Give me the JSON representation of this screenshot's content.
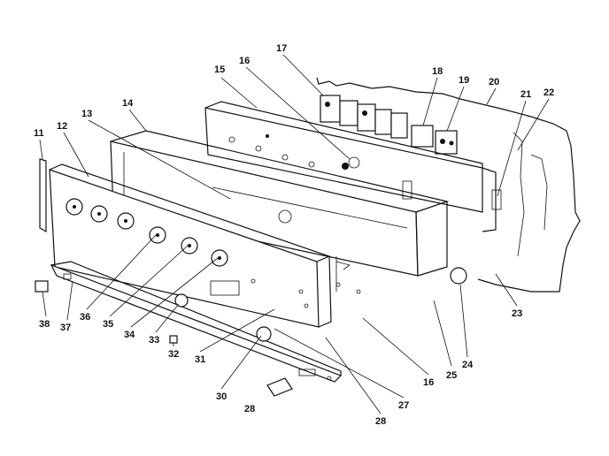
{
  "diagram": {
    "callouts": [
      {
        "id": "c11",
        "label": "11"
      },
      {
        "id": "c12",
        "label": "12"
      },
      {
        "id": "c13",
        "label": "13"
      },
      {
        "id": "c14",
        "label": "14"
      },
      {
        "id": "c15",
        "label": "15"
      },
      {
        "id": "c16a",
        "label": "16"
      },
      {
        "id": "c17",
        "label": "17"
      },
      {
        "id": "c18a",
        "label": "18"
      },
      {
        "id": "c19",
        "label": "19"
      },
      {
        "id": "c20",
        "label": "20"
      },
      {
        "id": "c21",
        "label": "21"
      },
      {
        "id": "c22",
        "label": "22"
      },
      {
        "id": "c23",
        "label": "23"
      },
      {
        "id": "c24",
        "label": "24"
      },
      {
        "id": "c25",
        "label": "25"
      },
      {
        "id": "c16b",
        "label": "16"
      },
      {
        "id": "c27",
        "label": "27"
      },
      {
        "id": "c28a",
        "label": "28"
      },
      {
        "id": "c28b",
        "label": "28"
      },
      {
        "id": "c30",
        "label": "30"
      },
      {
        "id": "c31",
        "label": "31"
      },
      {
        "id": "c32",
        "label": "32"
      },
      {
        "id": "c33",
        "label": "33"
      },
      {
        "id": "c34",
        "label": "34"
      },
      {
        "id": "c35",
        "label": "35"
      },
      {
        "id": "c36",
        "label": "36"
      },
      {
        "id": "c37",
        "label": "37"
      },
      {
        "id": "c38",
        "label": "38"
      }
    ]
  }
}
